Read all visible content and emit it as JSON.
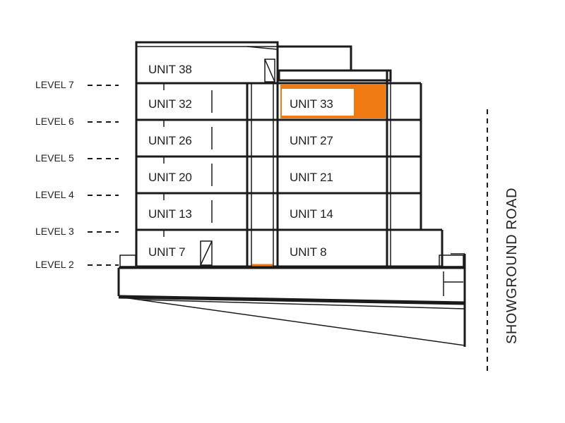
{
  "levels": [
    {
      "id": "7",
      "label": "LEVEL 7"
    },
    {
      "id": "6",
      "label": "LEVEL 6"
    },
    {
      "id": "5",
      "label": "LEVEL 5"
    },
    {
      "id": "4",
      "label": "LEVEL 4"
    },
    {
      "id": "3",
      "label": "LEVEL 3"
    },
    {
      "id": "2",
      "label": "LEVEL 2"
    }
  ],
  "units": {
    "u38": "UNIT 38",
    "u32": "UNIT 32",
    "u33": "UNIT 33",
    "u26": "UNIT 26",
    "u27": "UNIT 27",
    "u20": "UNIT 20",
    "u21": "UNIT 21",
    "u13": "UNIT 13",
    "u14": "UNIT 14",
    "u7": "UNIT 7",
    "u8": "UNIT 8"
  },
  "highlighted_unit": "UNIT 33",
  "road_label": "SHOWGROUND ROAD",
  "colors": {
    "highlight": "#f07a12",
    "linework": "#1a1a1a",
    "background": "#ffffff"
  }
}
